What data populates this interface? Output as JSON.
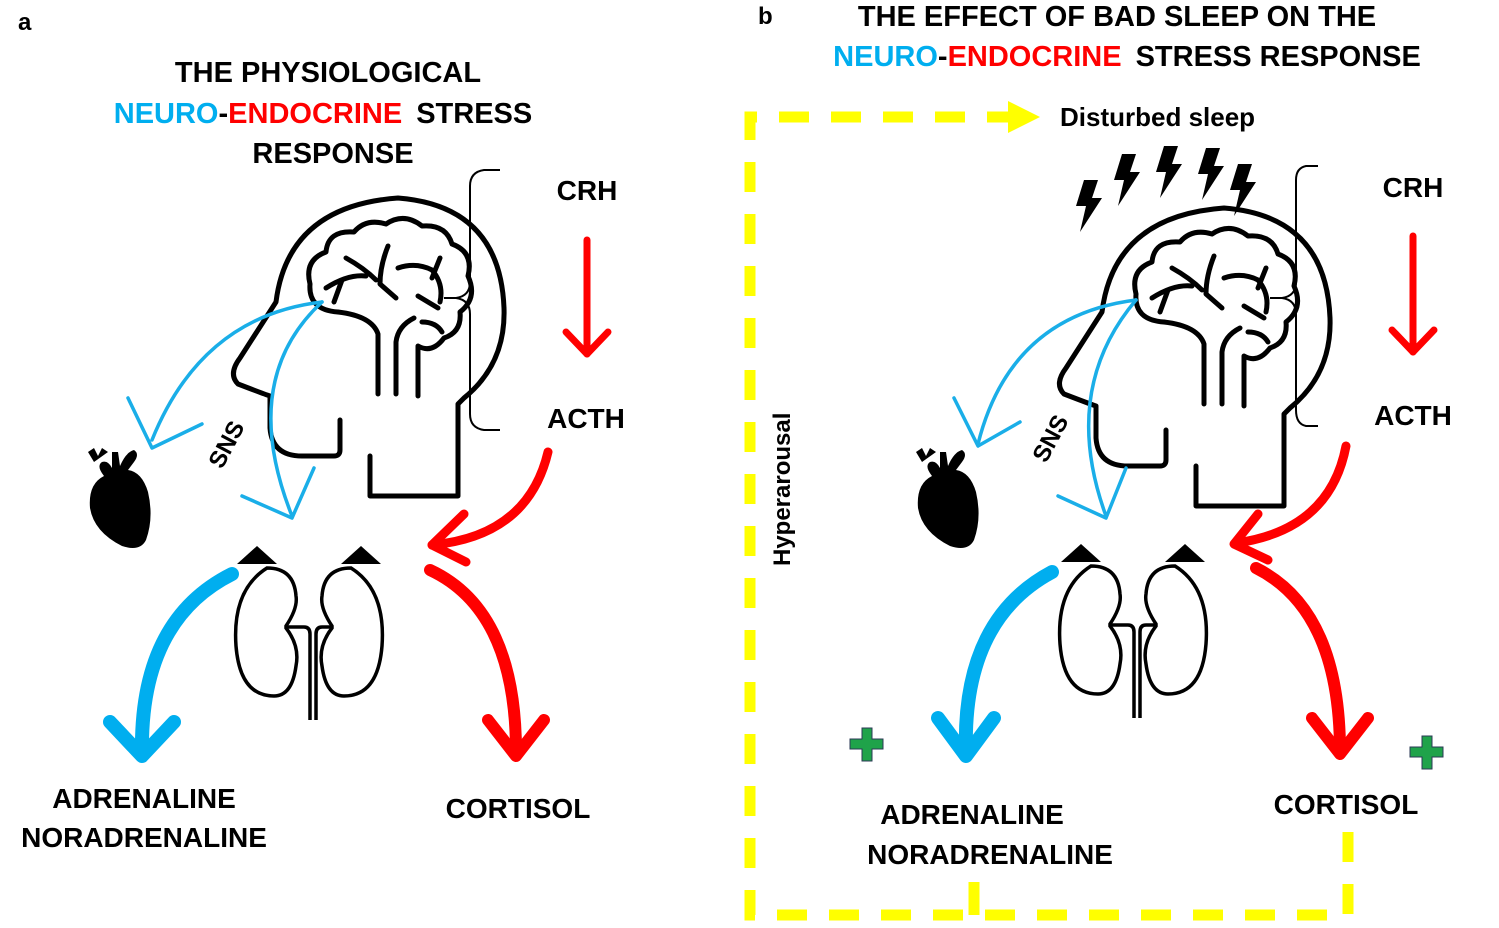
{
  "colors": {
    "neuro": "#00AEEF",
    "endocrine": "#FF0000",
    "feedback_loop": "#FFFF00",
    "increase_marker": "#1FA34A"
  },
  "panel_a": {
    "letter": "a",
    "title_line1": "THE PHYSIOLOGICAL",
    "title_neuro": "NEURO",
    "title_dash": "-",
    "title_endocrine": "ENDOCRINE",
    "title_rest_line2": "STRESS",
    "title_line3": "RESPONSE",
    "crh": "CRH",
    "acth": "ACTH",
    "sns": "SNS",
    "adrenaline": "ADRENALINE",
    "noradrenaline": "NORADRENALINE",
    "cortisol": "CORTISOL",
    "icons": [
      "head-brain-icon",
      "heart-icon",
      "kidneys-adrenal-icon"
    ]
  },
  "panel_b": {
    "letter": "b",
    "title_line1": "THE EFFECT OF BAD SLEEP ON THE",
    "title_neuro": "NEURO",
    "title_dash": "-",
    "title_endocrine": "ENDOCRINE",
    "title_rest_line2": "STRESS RESPONSE",
    "disturbed_sleep": "Disturbed sleep",
    "hyperarousal": "Hyperarousal",
    "crh": "CRH",
    "acth": "ACTH",
    "sns": "SNS",
    "adrenaline": "ADRENALINE",
    "noradrenaline": "NORADRENALINE",
    "cortisol": "CORTISOL",
    "increase_markers": [
      "adrenaline-increase",
      "cortisol-increase"
    ],
    "icons": [
      "head-brain-icon",
      "lightning-bolt-icon",
      "heart-icon",
      "kidneys-adrenal-icon",
      "plus-icon"
    ]
  }
}
